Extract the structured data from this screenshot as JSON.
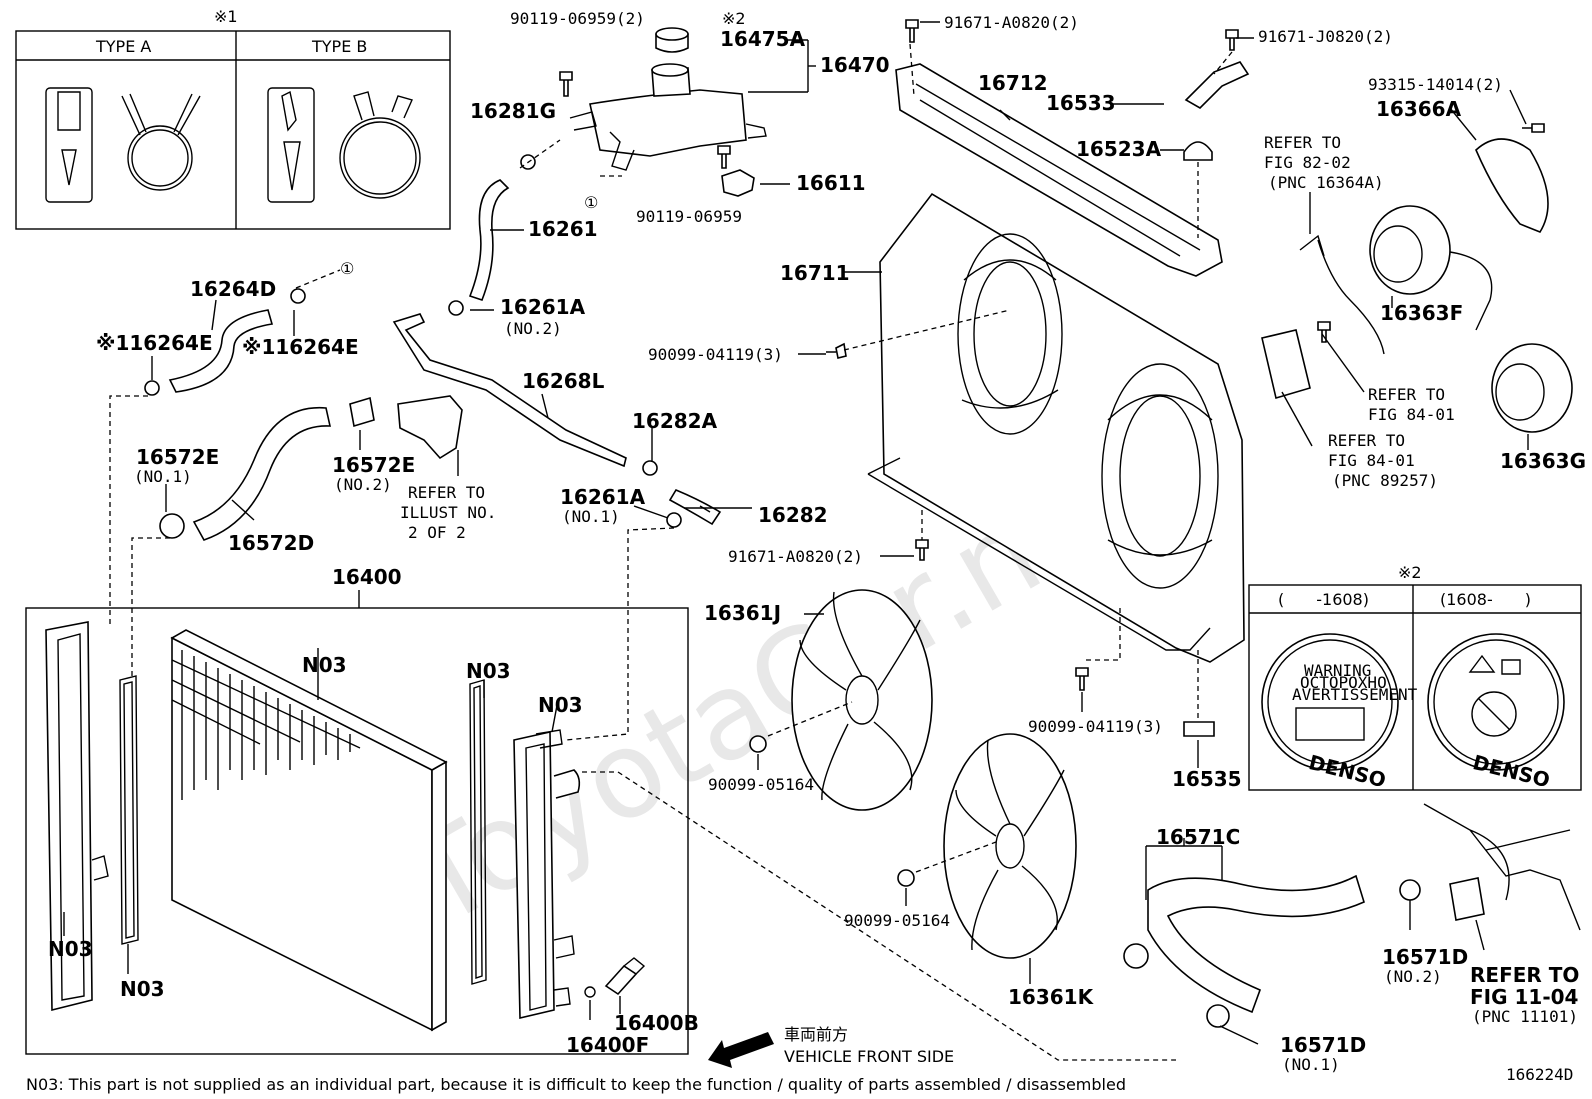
{
  "watermark": "ToyotaCar.net",
  "figure_number": "166224D",
  "footnote": "N03: This part is not supplied as an individual part, because it is difficult to keep the function / quality of parts assembled / disassembled",
  "clamp_table": {
    "note_mark": "※1",
    "headers": [
      "TYPE A",
      "TYPE B"
    ]
  },
  "cap_table": {
    "note_mark": "※2",
    "headers": [
      "(　　-1608)",
      "(1608-　　)"
    ],
    "cap_text_a": [
      "WARNING",
      "OCTOPOXHO",
      "AVERTISSEMENT"
    ],
    "brand": "DENSO"
  },
  "direction": {
    "jp": "車両前方",
    "en": "VEHICLE FRONT SIDE"
  },
  "parts": {
    "p90119_06959_2": "90119-06959(2)",
    "mark2": "※2",
    "p16475A": "16475A",
    "p16470": "16470",
    "p16281G": "16281G",
    "p16611": "16611",
    "p90119_06959": "90119-06959",
    "p16261": "16261",
    "circle1": "①",
    "p16264D": "16264D",
    "p16264E_l": "※116264E",
    "p16264E_r": "※116264E",
    "p16261A_no2": "16261A",
    "no2_a": "(NO.2)",
    "p16268L": "16268L",
    "p16282A": "16282A",
    "p16261A_no1": "16261A",
    "no1_a": "(NO.1)",
    "p16282": "16282",
    "p16572E_no1": "16572E",
    "no1_b": "(NO.1)",
    "p16572E_no2": "16572E",
    "no2_b": "(NO.2)",
    "refer_illust": [
      "REFER TO",
      "ILLUST NO.",
      "2 OF 2"
    ],
    "p16572D": "16572D",
    "p16400": "16400",
    "n03": "N03",
    "p16400B": "16400B",
    "p16400F": "16400F",
    "p91671_A0820_2_top": "91671-A0820(2)",
    "p91671_J0820_2": "91671-J0820(2)",
    "p16712": "16712",
    "p16533": "16533",
    "p16523A": "16523A",
    "p16711": "16711",
    "p90099_04119_3_l": "90099-04119(3)",
    "p91671_A0820_2_bot": "91671-A0820(2)",
    "p16361J": "16361J",
    "p90099_05164_a": "90099-05164",
    "p90099_05164_b": "90099-05164",
    "p16361K": "16361K",
    "p90099_04119_3_r": "90099-04119(3)",
    "p16535": "16535",
    "p93315_14014_2": "93315-14014(2)",
    "p16366A": "16366A",
    "refer_82_02": [
      "REFER TO",
      "FIG 82-02",
      "(PNC 16364A)"
    ],
    "p16363F": "16363F",
    "refer_84_01_a": [
      "REFER TO",
      "FIG 84-01"
    ],
    "refer_84_01_b": [
      "REFER TO",
      "FIG 84-01",
      "(PNC 89257)"
    ],
    "p16363G": "16363G",
    "p16571C": "16571C",
    "p16571D_no2": "16571D",
    "no2_c": "(NO.2)",
    "p16571D_no1": "16571D",
    "no1_c": "(NO.1)",
    "refer_11_04": [
      "REFER TO",
      "FIG 11-04",
      "(PNC 11101)"
    ]
  }
}
